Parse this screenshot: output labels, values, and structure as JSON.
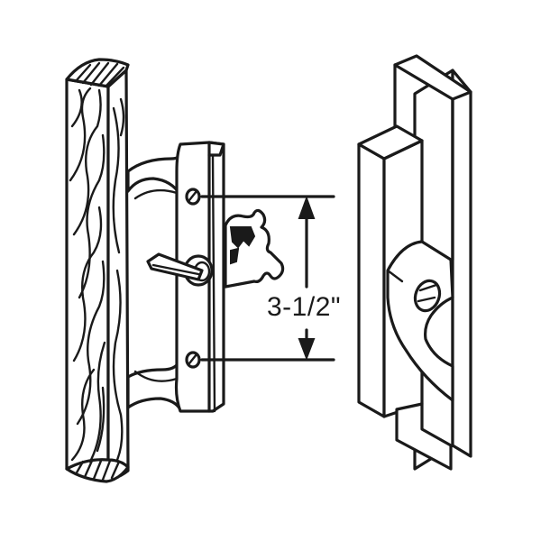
{
  "figure": {
    "subject": "Sliding patio door handle set with mortise keeper",
    "dimension": {
      "label": "3-1/2\"",
      "meaning": "screw hole center-to-center spacing"
    },
    "parts": [
      {
        "name": "Wood-grain pull handle"
      },
      {
        "name": "Handle escutcheon plate with thumb latch lever and two screw holes"
      },
      {
        "name": "Latch hook"
      },
      {
        "name": "Keeper"
      }
    ],
    "colors": {
      "line": "#1a1a1a",
      "background": "#ffffff"
    }
  }
}
